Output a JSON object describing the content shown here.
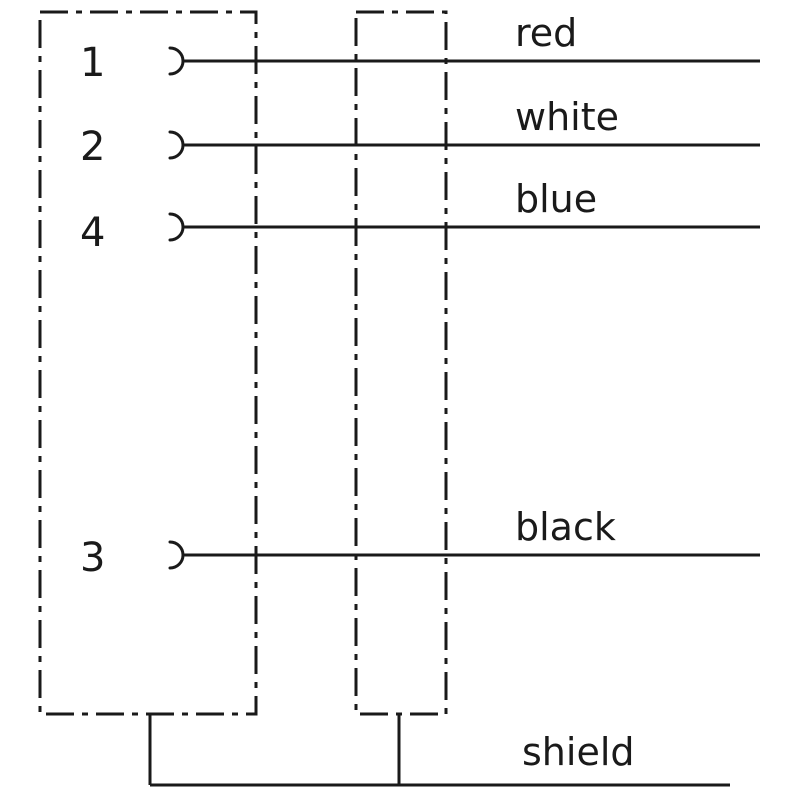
{
  "pins": [
    {
      "pin": "1",
      "wire_color": "red"
    },
    {
      "pin": "2",
      "wire_color": "white"
    },
    {
      "pin": "4",
      "wire_color": "blue"
    },
    {
      "pin": "3",
      "wire_color": "black"
    }
  ],
  "shield": {
    "label": "shield"
  }
}
